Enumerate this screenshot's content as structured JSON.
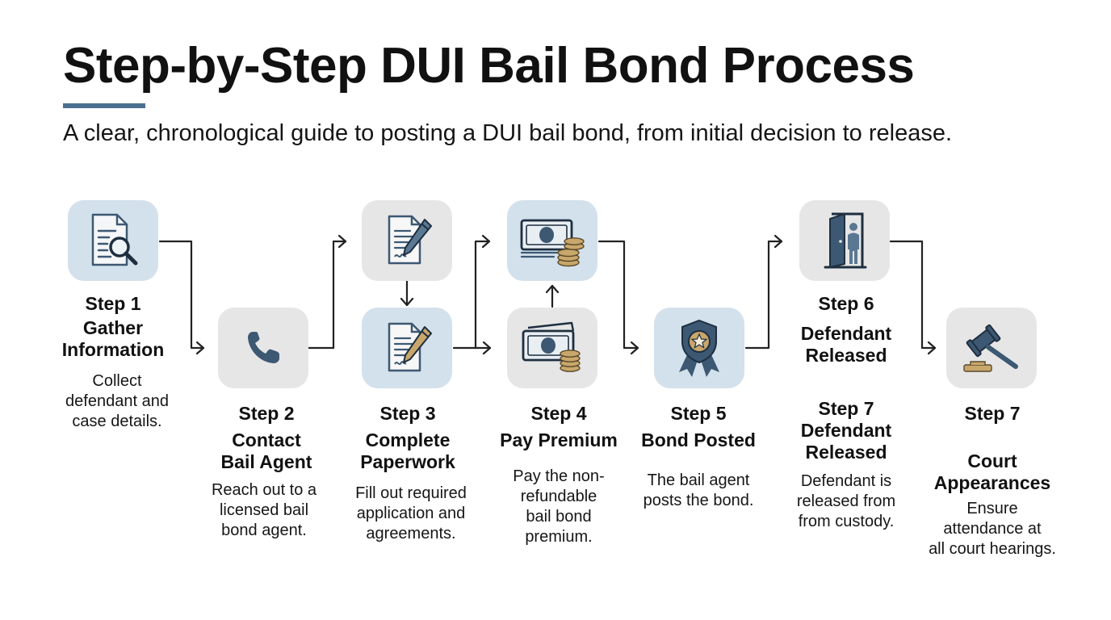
{
  "title": "Step-by-Step DUI Bail Bond Process",
  "subtitle": "A clear, chronological guide to posting a DUI bail bond, from initial decision to release.",
  "colors": {
    "accent": "#4a6f91",
    "icon_dark": "#3d5873",
    "tile_blue": "#d3e1ec",
    "tile_gray": "#e6e6e6",
    "coin": "#c9a76b"
  },
  "icons": {
    "s1": "document-search-icon",
    "s2": "phone-icon",
    "s3a": "paperwork-pen-icon",
    "s3b": "paperwork-pen-icon",
    "s4a": "money-coins-icon",
    "s4b": "money-coins-icon",
    "s5": "badge-star-icon",
    "s6": "door-person-icon",
    "s7": "gavel-icon"
  },
  "steps": {
    "s1": {
      "step": "Step 1",
      "title1": "Gather",
      "title2": "Information",
      "d1": "Collect",
      "d2": "defendant and",
      "d3": "case details."
    },
    "s2": {
      "step": "Step 2",
      "title1": "Contact",
      "title2": "Bail Agent",
      "d1": "Reach out to a",
      "d2": "licensed bail",
      "d3": "bond agent."
    },
    "s3": {
      "step": "Step 3",
      "title1": "Complete",
      "title2": "Paperwork",
      "d1": "Fill out required",
      "d2": "application and",
      "d3": "agreements."
    },
    "s4": {
      "step": "Step 4",
      "title1": "Pay Premium",
      "d1": "Pay the non-",
      "d2": "refundable",
      "d3": "bail bond",
      "d4": "premium."
    },
    "s5": {
      "step": "Step 5",
      "title1": "Bond Posted",
      "d1": "The bail agent",
      "d2": "posts the bond."
    },
    "s6": {
      "step": "Step 6",
      "title1": "Defendant",
      "title2": "Released"
    },
    "s7a": {
      "step": "Step 7",
      "title1": "Defendant",
      "title2": "Released",
      "d1": "Defendant is",
      "d2": "released from",
      "d3": "from custody."
    },
    "s7b": {
      "step": "Step 7",
      "title1": "Court",
      "title2": "Appearances",
      "d1": "Ensure",
      "d2": "attendance at",
      "d3": "all court hearings."
    }
  }
}
